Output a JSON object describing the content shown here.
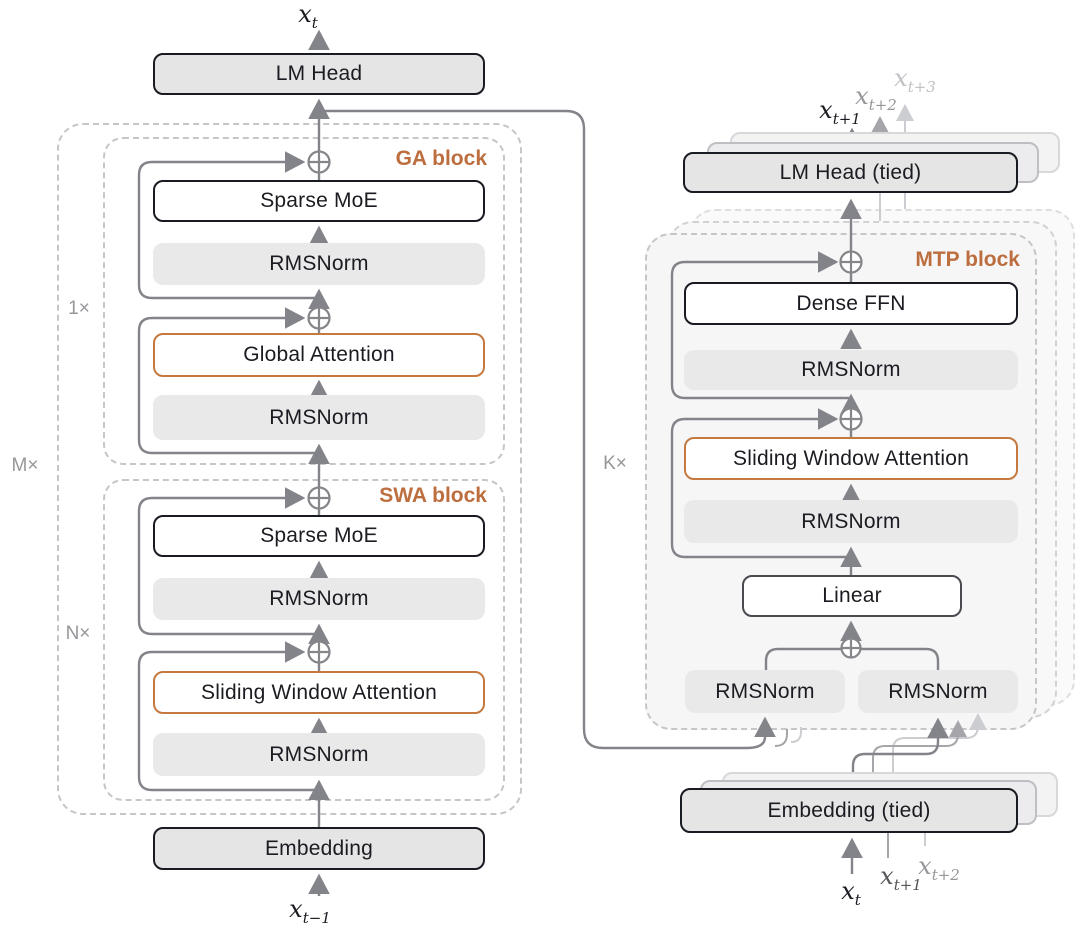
{
  "colors": {
    "accent_orange": "#bd6e3f",
    "orange_border": "#c5793f",
    "dark_border": "#191b22",
    "grey_fill": "#e5e5e6",
    "rmsnorm_fill": "#e9e9ea",
    "wire_grey": "#83838a",
    "dash_grey": "#c6c6c9"
  },
  "left": {
    "output_token": {
      "base": "x",
      "sub": "t"
    },
    "lm_head_label": "LM Head",
    "m_multiplier": "M×",
    "ga": {
      "block_label": "GA block",
      "multiplier": "1×",
      "moe": "Sparse MoE",
      "norm1": "RMSNorm",
      "attention": "Global Attention",
      "norm2": "RMSNorm"
    },
    "swa": {
      "block_label": "SWA block",
      "multiplier": "N×",
      "moe": "Sparse MoE",
      "norm1": "RMSNorm",
      "attention": "Sliding Window Attention",
      "norm2": "RMSNorm"
    },
    "embedding_label": "Embedding",
    "input_token": {
      "base": "x",
      "sub": "t−1"
    }
  },
  "right": {
    "output_tokens": [
      {
        "base": "x",
        "sub": "t+1"
      },
      {
        "base": "x",
        "sub": "t+2"
      },
      {
        "base": "x",
        "sub": "t+3"
      }
    ],
    "lm_head_label": "LM Head (tied)",
    "k_multiplier": "K×",
    "mtp": {
      "block_label": "MTP block",
      "ffn": "Dense FFN",
      "norm1": "RMSNorm",
      "attention": "Sliding Window Attention",
      "norm2": "RMSNorm",
      "linear": "Linear",
      "norm_left": "RMSNorm",
      "norm_right": "RMSNorm"
    },
    "embedding_label": "Embedding (tied)",
    "input_tokens": [
      {
        "base": "x",
        "sub": "t"
      },
      {
        "base": "x",
        "sub": "t+1"
      },
      {
        "base": "x",
        "sub": "t+2"
      }
    ]
  }
}
